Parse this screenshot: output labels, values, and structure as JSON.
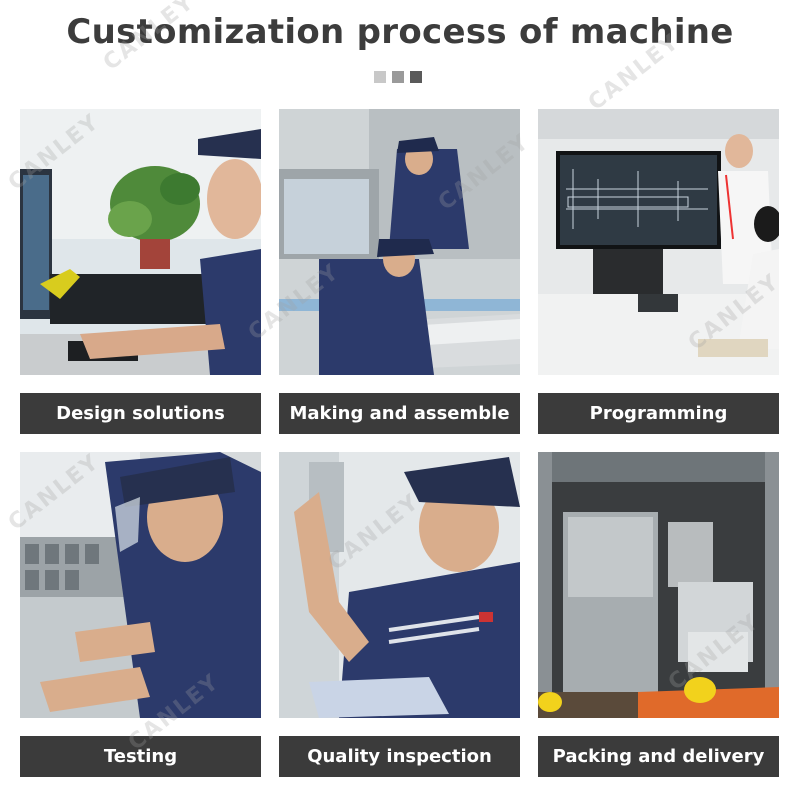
{
  "title": "Customization process of machine",
  "divider_colors": [
    "#c8c8c8",
    "#9a9a9a",
    "#5a5a5a"
  ],
  "steps": [
    {
      "label": "Design solutions",
      "scene": "engineer-at-computer"
    },
    {
      "label": "Making and assemble",
      "scene": "workers-assembling-machine"
    },
    {
      "label": "Programming",
      "scene": "presenter-at-screen"
    },
    {
      "label": "Testing",
      "scene": "worker-testing-machine"
    },
    {
      "label": "Quality inspection",
      "scene": "inspector-with-clipboard"
    },
    {
      "label": "Packing and delivery",
      "scene": "machine-loaded-in-container"
    }
  ],
  "watermark": "CANLEY",
  "colors": {
    "label_bg": "#3b3b3b",
    "label_text": "#ffffff",
    "title": "#3c3c3c",
    "uniform": "#2c3a6b"
  }
}
